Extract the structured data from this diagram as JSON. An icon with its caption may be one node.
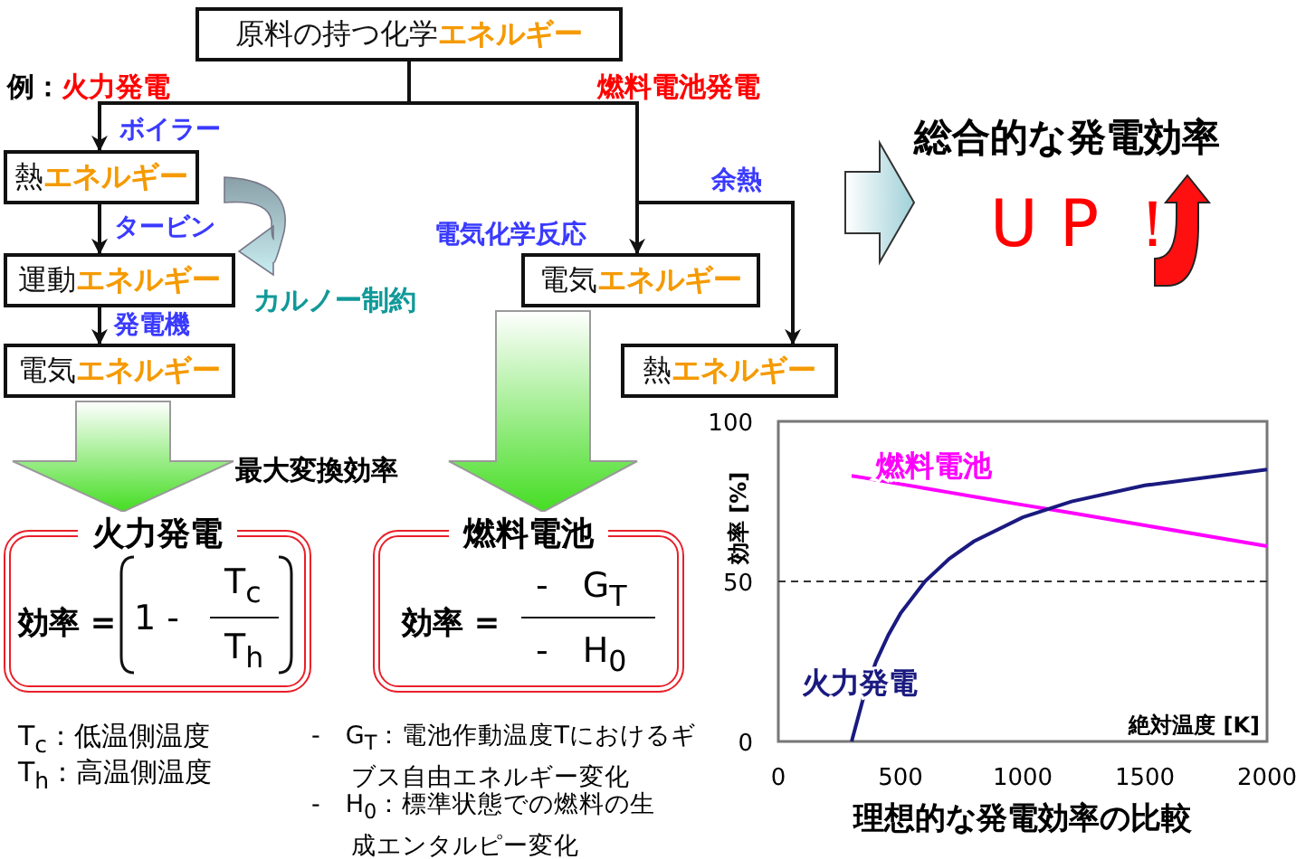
{
  "diagram": {
    "nodes": [
      {
        "text": [
          "原料の持つ化学**エネルギー**"
        ]
      },
      {
        "text": [
          "熱**エネルギー**"
        ]
      },
      {
        "text": [
          "運動**エネルギー**"
        ]
      },
      {
        "text": [
          "電気**エネルギー**"
        ]
      },
      {
        "text": [
          "電気**エネルギー**"
        ]
      },
      {
        "text": [
          "熱**エネルギー**"
        ]
      },
      {
        "text": [
          "火力発電",
          "効率 =",
          "1 -",
          "T$_{c}$",
          "T$_{h}$"
        ]
      },
      {
        "text": [
          "燃料電池",
          "効率 =",
          "-　G$_{T}$",
          "-　H$_{0}$"
        ]
      },
      {
        "text": [
          "総合的な発電効率",
          "UP！"
        ]
      }
    ],
    "edges": [
      {
        "from": 0,
        "to": 1,
        "arrow": "to",
        "label": "ボイラー"
      },
      {
        "from": 1,
        "to": 2,
        "arrow": "to",
        "label": "タービン"
      },
      {
        "from": 2,
        "to": 3,
        "arrow": "to",
        "label": "発電機"
      },
      {
        "from": 0,
        "to": 4,
        "arrow": "to",
        "label": "電気化学反応"
      },
      {
        "from": 0,
        "to": 5,
        "arrow": "to",
        "label": "余熱"
      },
      {
        "from": 3,
        "to": 6,
        "arrow": "to",
        "style": "thick",
        "color": "#44dd22"
      },
      {
        "from": 4,
        "to": 7,
        "arrow": "to",
        "style": "thick",
        "color": "#44dd22"
      },
      {
        "from": null,
        "to": 8,
        "arrow": "to",
        "style": "thick",
        "color": "#9fd0d8"
      },
      {
        "from": 1,
        "to": 2,
        "arrow": "to",
        "style": "thick",
        "color": "#8aa0a8",
        "label": "カルノー制約"
      }
    ],
    "labels": [
      "例：**火力発電**",
      "燃料電池発電",
      "最大変換効率",
      "T$_{c}$：低温側温度",
      "T$_{h}$：高温側温度",
      "-　G$_{T}$：電池作動温度Tにおけるギブス自由エネルギー変化",
      "-　H$_{0}$：標準状態での燃料の生成エンタルピー変化"
    ],
    "chart_data": {
      "type": "line",
      "title": "理想的な発電効率の比較",
      "xlabel": "絶対温度 [K]",
      "ylabel": "効率 [%]",
      "x": [
        300,
        350,
        400,
        450,
        500,
        600,
        700,
        800,
        1000,
        1200,
        1500,
        2000
      ],
      "series": [
        {
          "name": "燃料電池",
          "color": "#ff00ff",
          "values": [
            83,
            82.4,
            81.7,
            81.1,
            80.4,
            79.1,
            77.8,
            76.5,
            73.9,
            71.4,
            67.5,
            61
          ]
        },
        {
          "name": "火力発電",
          "color": "#1a1a80",
          "values": [
            0,
            14.3,
            25,
            33.3,
            40,
            50,
            57.1,
            62.5,
            70,
            75,
            80,
            85
          ]
        }
      ],
      "xlim": [
        0,
        2000
      ],
      "ylim": [
        0,
        100
      ],
      "xticks": [
        0,
        500,
        1000,
        1500,
        2000
      ],
      "yticks": [
        0,
        50,
        100
      ]
    }
  }
}
